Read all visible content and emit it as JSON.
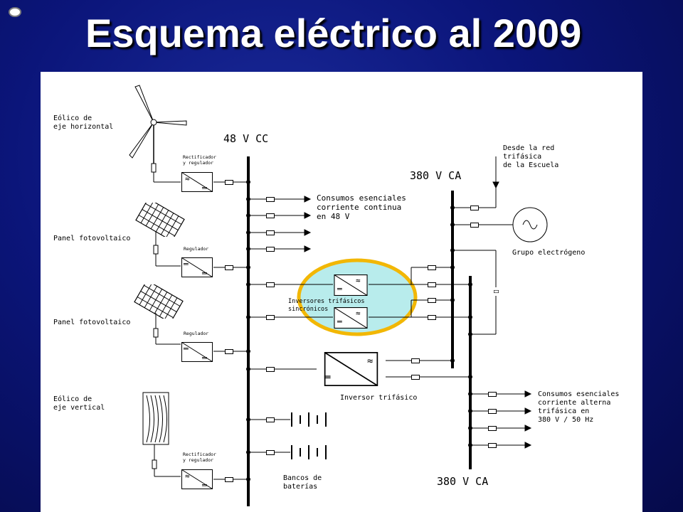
{
  "slide": {
    "title": "Esquema eléctrico al 2009"
  },
  "diagram": {
    "bus_dc": "48 V CC",
    "bus_ac_top": "380 V CA",
    "bus_ac_bottom": "380 V CA",
    "wind_h_l1": "Eólico de",
    "wind_h_l2": "eje horizontal",
    "pv1": "Panel fotovoltaico",
    "pv2": "Panel fotovoltaico",
    "wind_v_l1": "Eólico de",
    "wind_v_l2": "eje vertical",
    "rect1_l1": "Rectificador",
    "rect1_l2": "y regulador",
    "reg1": "Regulador",
    "reg2": "Regulador",
    "rect2_l1": "Rectificador",
    "rect2_l2": "y regulador",
    "dc_loads_l1": "Consumos esenciales",
    "dc_loads_l2": "corriente continua",
    "dc_loads_l3": "en 48 V",
    "grid_l1": "Desde la red",
    "grid_l2": "trifásica",
    "grid_l3": "de la Escuela",
    "genset": "Grupo electrógeno",
    "inv_sync_l1": "Inversores trifásicos",
    "inv_sync_l2": "sincrónicos",
    "inv_tri": "Inversor trifásico",
    "ac_loads_l1": "Consumos esenciales",
    "ac_loads_l2": "corriente alterna",
    "ac_loads_l3": "trifásica en",
    "ac_loads_l4": "380 V / 50 Hz",
    "batteries_l1": "Bancos de",
    "batteries_l2": "baterías"
  },
  "colors": {
    "highlight_fill": "#b8ecec",
    "highlight_stroke": "#f2b705",
    "background": "#0b157a"
  }
}
